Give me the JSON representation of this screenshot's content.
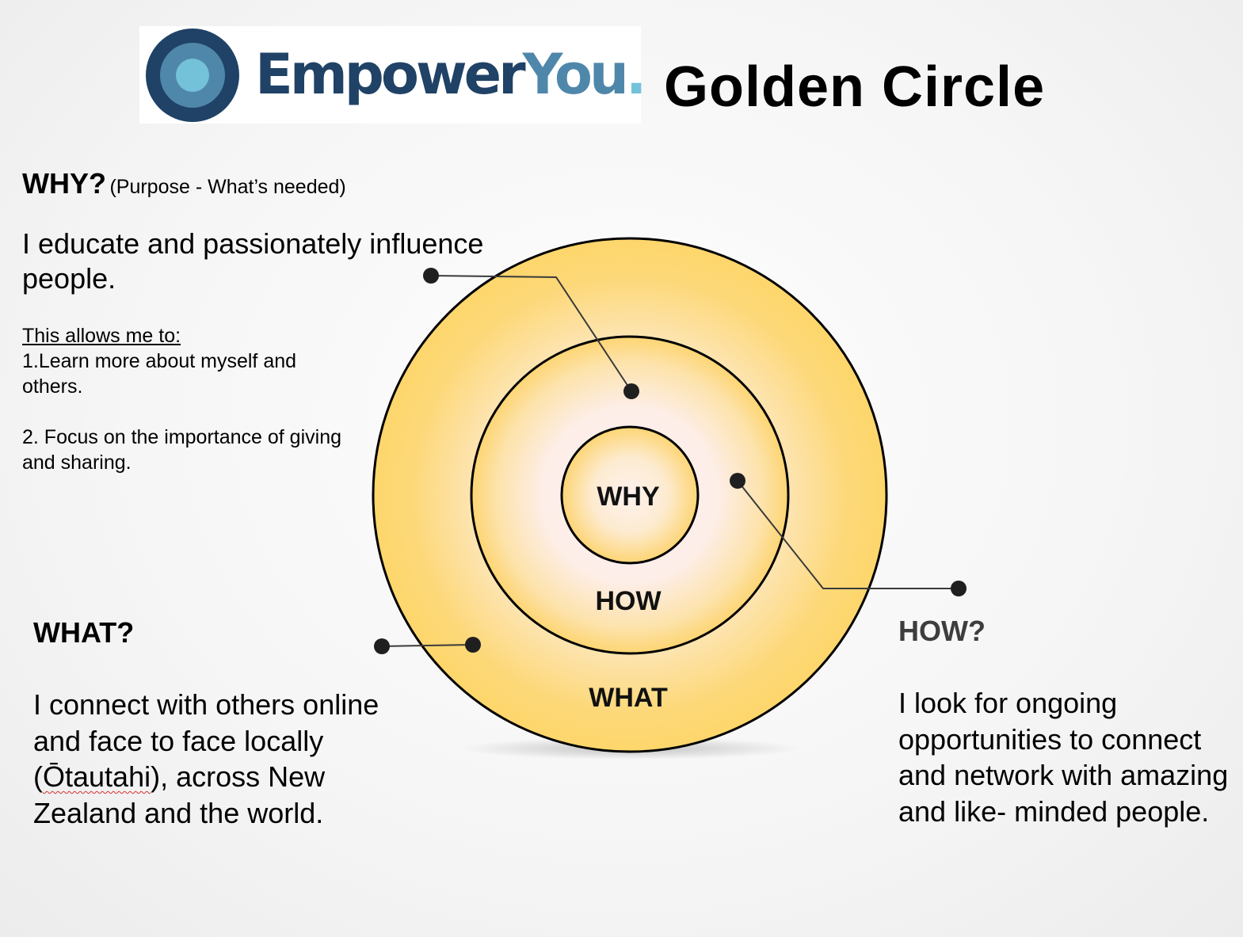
{
  "logo": {
    "word_primary": "Empower",
    "word_secondary": "You",
    "dot": ".",
    "colors": {
      "dark": "#1f4266",
      "mid": "#4f87aa",
      "light": "#74c2da"
    }
  },
  "title": "Golden Circle",
  "why_section": {
    "heading": "WHY?",
    "subheading": "(Purpose - What’s needed)",
    "statement": "I educate and passionately influence people.",
    "allows_heading": "This allows me to:",
    "items": [
      "1.Learn more about myself and others.",
      "2. Focus on the importance of giving and sharing."
    ]
  },
  "what_section": {
    "heading": "WHAT?",
    "text_before": "I connect with others online and face to face locally (",
    "text_marked": "Ōtautahi",
    "text_after": "), across New Zealand and the world."
  },
  "how_section": {
    "heading": "HOW?",
    "text": "I look for ongoing opportunities to connect and network with amazing and like- minded people."
  },
  "circle": {
    "inner_label": "WHY",
    "middle_label": "HOW",
    "outer_label": "WHAT",
    "colors": {
      "gold": "#fdd66b",
      "center": "#fdf0f0",
      "stroke": "#000000"
    }
  }
}
